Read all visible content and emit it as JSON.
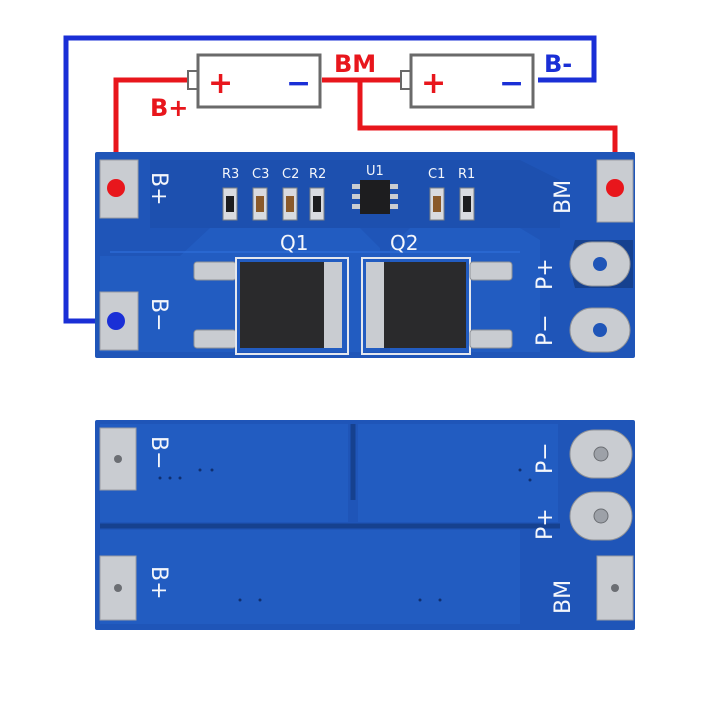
{
  "wiring": {
    "label_bm": "BM",
    "label_bminus": "B-",
    "label_bplus": "B+",
    "red_color": "#e8161c",
    "blue_color": "#1a2fd6"
  },
  "battery_left": {
    "plus": "+",
    "minus": "−"
  },
  "battery_right": {
    "plus": "+",
    "minus": "−"
  },
  "top_board": {
    "pad_bplus": "B+",
    "pad_bminus": "B−",
    "pad_bm": "BM",
    "pad_pplus": "P+",
    "pad_pminus": "P−",
    "components": {
      "r3": "R3",
      "c3": "C3",
      "c2": "C2",
      "r2": "R2",
      "u1": "U1",
      "c1": "C1",
      "r1": "R1",
      "q1": "Q1",
      "q2": "Q2"
    }
  },
  "bottom_board": {
    "pad_bminus": "B−",
    "pad_bplus": "B+",
    "pad_pminus": "P−",
    "pad_pplus": "P+",
    "pad_bm": "BM"
  },
  "colors": {
    "pcb": "#1f55b8",
    "pcb_dark": "#16418f",
    "trace": "#2a66cf",
    "silver": "#c9ccd1",
    "mosfet": "#2a2a2c"
  }
}
